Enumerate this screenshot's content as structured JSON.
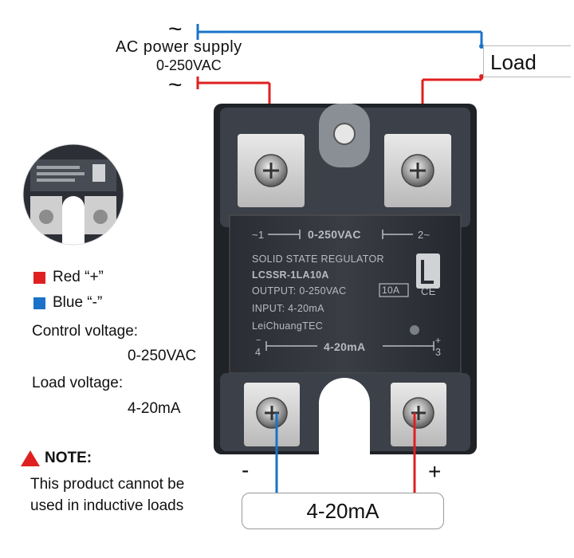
{
  "supply": {
    "title": "AC power supply",
    "range": "0-250VAC",
    "tilde_top": "~",
    "tilde_bottom": "~"
  },
  "load_label": "Load",
  "relay_face": {
    "top_left_term": "~1",
    "top_range": "0-250VAC",
    "top_right_term": "2~",
    "line1": "SOLID STATE REGULATOR",
    "line2": "LCSSR-1LA10A",
    "line3": "OUTPUT: 0-250VAC",
    "current_badge": "10A",
    "line4": "INPUT: 4-20mA",
    "line5": "LeiChuangTEC",
    "ce_mark": "CE",
    "bottom_left_sign": "−",
    "bottom_left_term": "4",
    "bottom_range": "4-20mA",
    "bottom_right_sign": "+",
    "bottom_right_term": "3"
  },
  "legend": {
    "red_label": "Red “+”",
    "blue_label": "Blue “-”",
    "red_color": "#e02020",
    "blue_color": "#1a73c8"
  },
  "specs": {
    "control_label": "Control voltage:",
    "control_value": "0-250VAC",
    "load_label": "Load voltage:",
    "load_value": "4-20mA"
  },
  "note": {
    "heading": "NOTE:",
    "line1": "This product cannot be",
    "line2": "used in inductive loads"
  },
  "input": {
    "minus": "-",
    "plus": "+",
    "label": "4-20mA"
  }
}
